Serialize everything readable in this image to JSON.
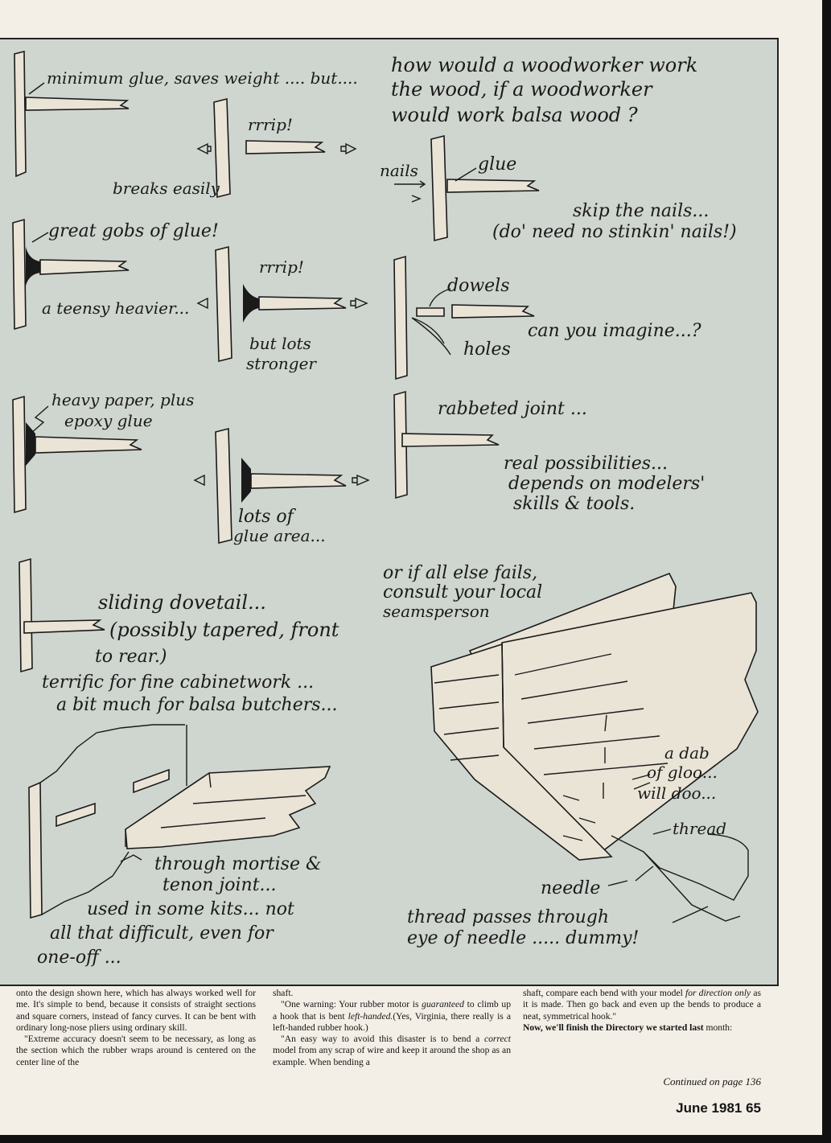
{
  "figure": {
    "labels": {
      "min_glue": "minimum glue, saves weight .... but....",
      "rrrip1": "rrrip!",
      "breaks": "breaks easily",
      "great_gobs": "great gobs of glue!",
      "teensy": "a teensy heavier...",
      "rrrip2": "rrrip!",
      "but_lots": "but lots",
      "stronger": "stronger",
      "heavy_1": "heavy paper, plus",
      "heavy_2": "epoxy glue",
      "lots_of": "lots of",
      "glue_area": "glue area...",
      "wood_1": "how would a woodworker work",
      "wood_2": "the wood, if a woodworker",
      "wood_3": "would work balsa wood ?",
      "nails": "nails",
      "glue": "glue",
      "skip_1": "skip the nails...",
      "skip_2": "(do' need no stinkin' nails!)",
      "dowels": "dowels",
      "holes": "holes",
      "imagine": "can you imagine...?",
      "rabbeted": "rabbeted joint ...",
      "real_1": "real possibilities...",
      "real_2": "depends on modelers'",
      "real_3": "skills & tools.",
      "dove_1": "sliding dovetail...",
      "dove_2": "(possibly tapered, front",
      "dove_3": "to rear.)",
      "terrific_1": "terrific for fine cabinetwork ...",
      "terrific_2": "a bit much for balsa butchers...",
      "mortise_1": "through mortise &",
      "mortise_2": "tenon joint...",
      "used_1": "used in some kits... not",
      "used_2": "all that difficult, even for",
      "used_3": "one-off ...",
      "fails_1": "or if all else fails,",
      "fails_2": "consult your local",
      "fails_3": "seamsperson",
      "dab_1": "a dab",
      "dab_2": "of gloo...",
      "dab_3": "will doo...",
      "thread": "thread",
      "needle": "needle",
      "passes_1": "thread passes through",
      "passes_2": "eye of needle ..... dummy!"
    }
  },
  "article": {
    "col1": [
      "onto the design shown here, which has always worked well for me. It's simple to bend, because it consists of straight sections and square corners, instead of fancy curves. It can be bent with ordinary long-nose pliers using ordinary skill.",
      "\"Extreme accuracy doesn't seem to be necessary, as long as the section which the rubber wraps around is centered on the center line of the"
    ],
    "col2": {
      "p1": "shaft.",
      "p2_a": "\"One warning: Your rubber motor is ",
      "p2_em1": "guaranteed",
      "p2_b": " to climb up a hook that is bent ",
      "p2_em2": "left-handed.",
      "p2_c": "(Yes, Virginia, there really is a left-handed rubber hook.)",
      "p3_a": "\"An easy way to avoid this disaster is to bend a ",
      "p3_em": "correct",
      "p3_b": " model from any scrap of wire and keep it around the shop as an example. When bending a"
    },
    "col3": {
      "p1_a": "shaft, compare each bend with your model ",
      "p1_em": "for direction only",
      "p1_b": " as it is made. Then go back and even up the bends to produce a neat, symmetrical hook.\"",
      "p2_b1": "Now, we'll finish the ",
      "p2_b2": "Directory",
      "p2_b3": " we started last",
      "p2_end": "month:"
    },
    "continued": "Continued on page 136",
    "folio": "June 1981 65"
  }
}
